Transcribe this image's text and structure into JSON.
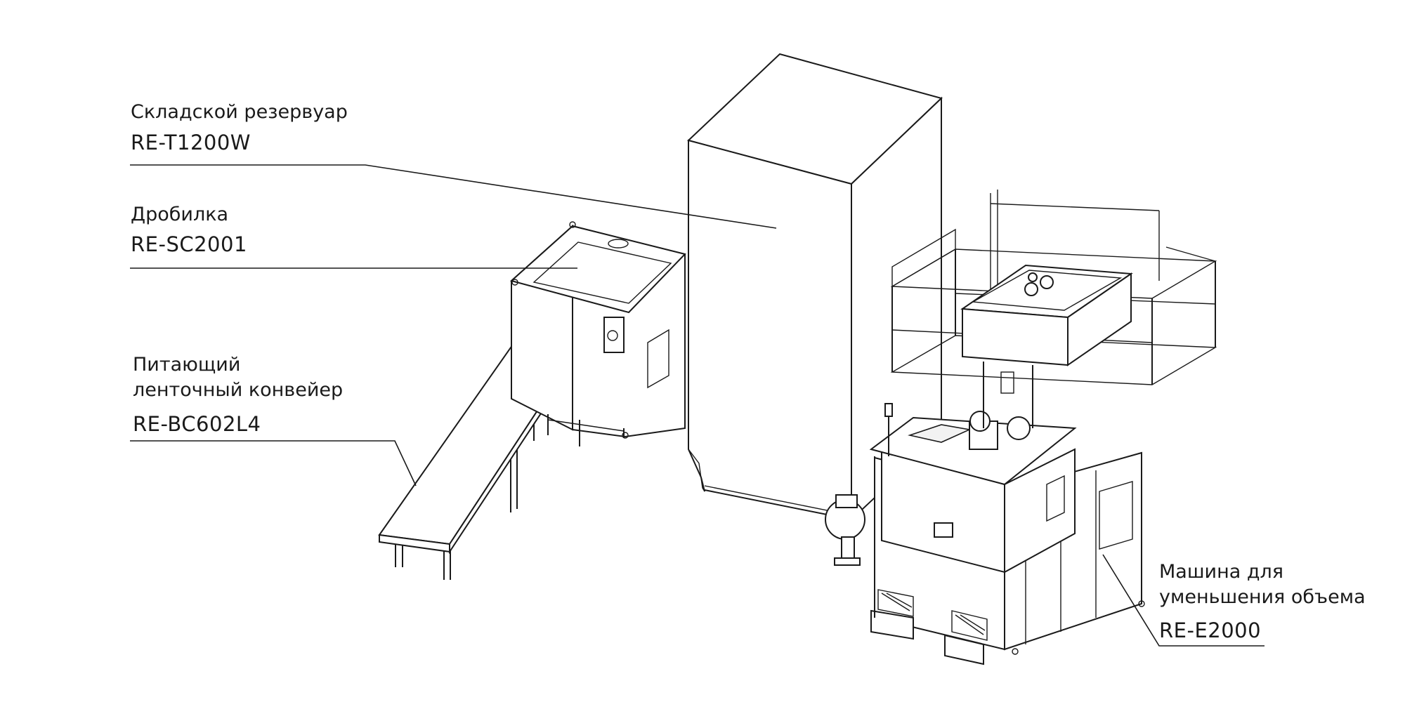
{
  "callouts": {
    "tank": {
      "name": "Складской резервуар",
      "model": "RE-T1200W"
    },
    "crusher": {
      "name": "Дробилка",
      "model": "RE-SC2001"
    },
    "conveyor": {
      "name_line1": "Питающий",
      "name_line2": "ленточный конвейер",
      "model": "RE-BC602L4"
    },
    "reducer": {
      "name_line1": "Машина для",
      "name_line2": "уменьшения объема",
      "model": "RE-E2000"
    }
  },
  "colors": {
    "line": "#1a1a1a",
    "background": "#ffffff"
  }
}
